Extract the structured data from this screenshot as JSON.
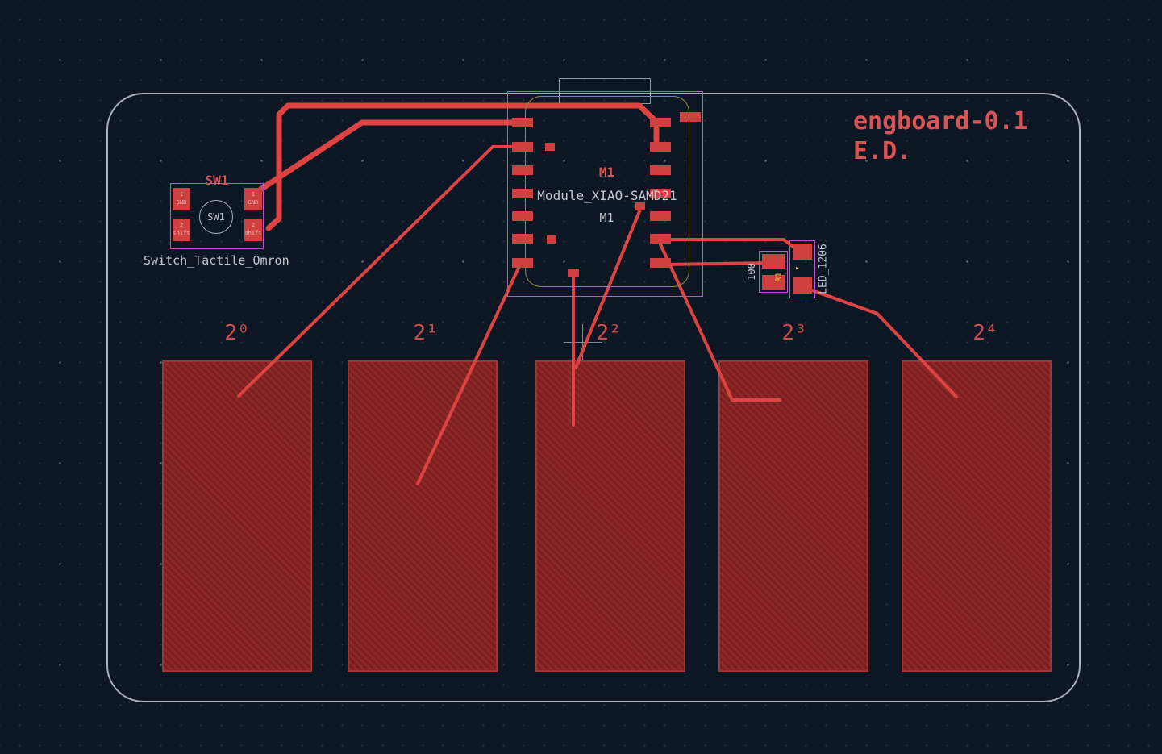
{
  "title_block": {
    "line1": "engboard-0.1",
    "line2": "E.D."
  },
  "module": {
    "ref": "M1",
    "value": "Module_XIAO-SAMD21",
    "ref_inner": "M1"
  },
  "switch": {
    "ref": "SW1",
    "silk_label": "SW1",
    "footprint_name": "Switch_Tactile_Omron",
    "pads": [
      {
        "num": "1",
        "net": "GND"
      },
      {
        "num": "2",
        "net": "shift"
      }
    ]
  },
  "resistor": {
    "value": "100",
    "ref": "R1"
  },
  "led": {
    "footprint_name": "LED_1206"
  },
  "touch_pads": [
    {
      "label": "2⁰"
    },
    {
      "label": "2¹"
    },
    {
      "label": "2²"
    },
    {
      "label": "2³"
    },
    {
      "label": "2⁴"
    }
  ],
  "colors": {
    "background": "#0d1623",
    "copper_trace": "#de4343",
    "touchpad_fill": "#8e2828",
    "silk_red": "#d95555",
    "text_gray": "#c3c8cd",
    "courtyard_magenta": "#bb55cc",
    "fab_outline": "#988c45",
    "board_outline": "#c9cdd2",
    "highlight_yellow": "#e8c93c"
  }
}
